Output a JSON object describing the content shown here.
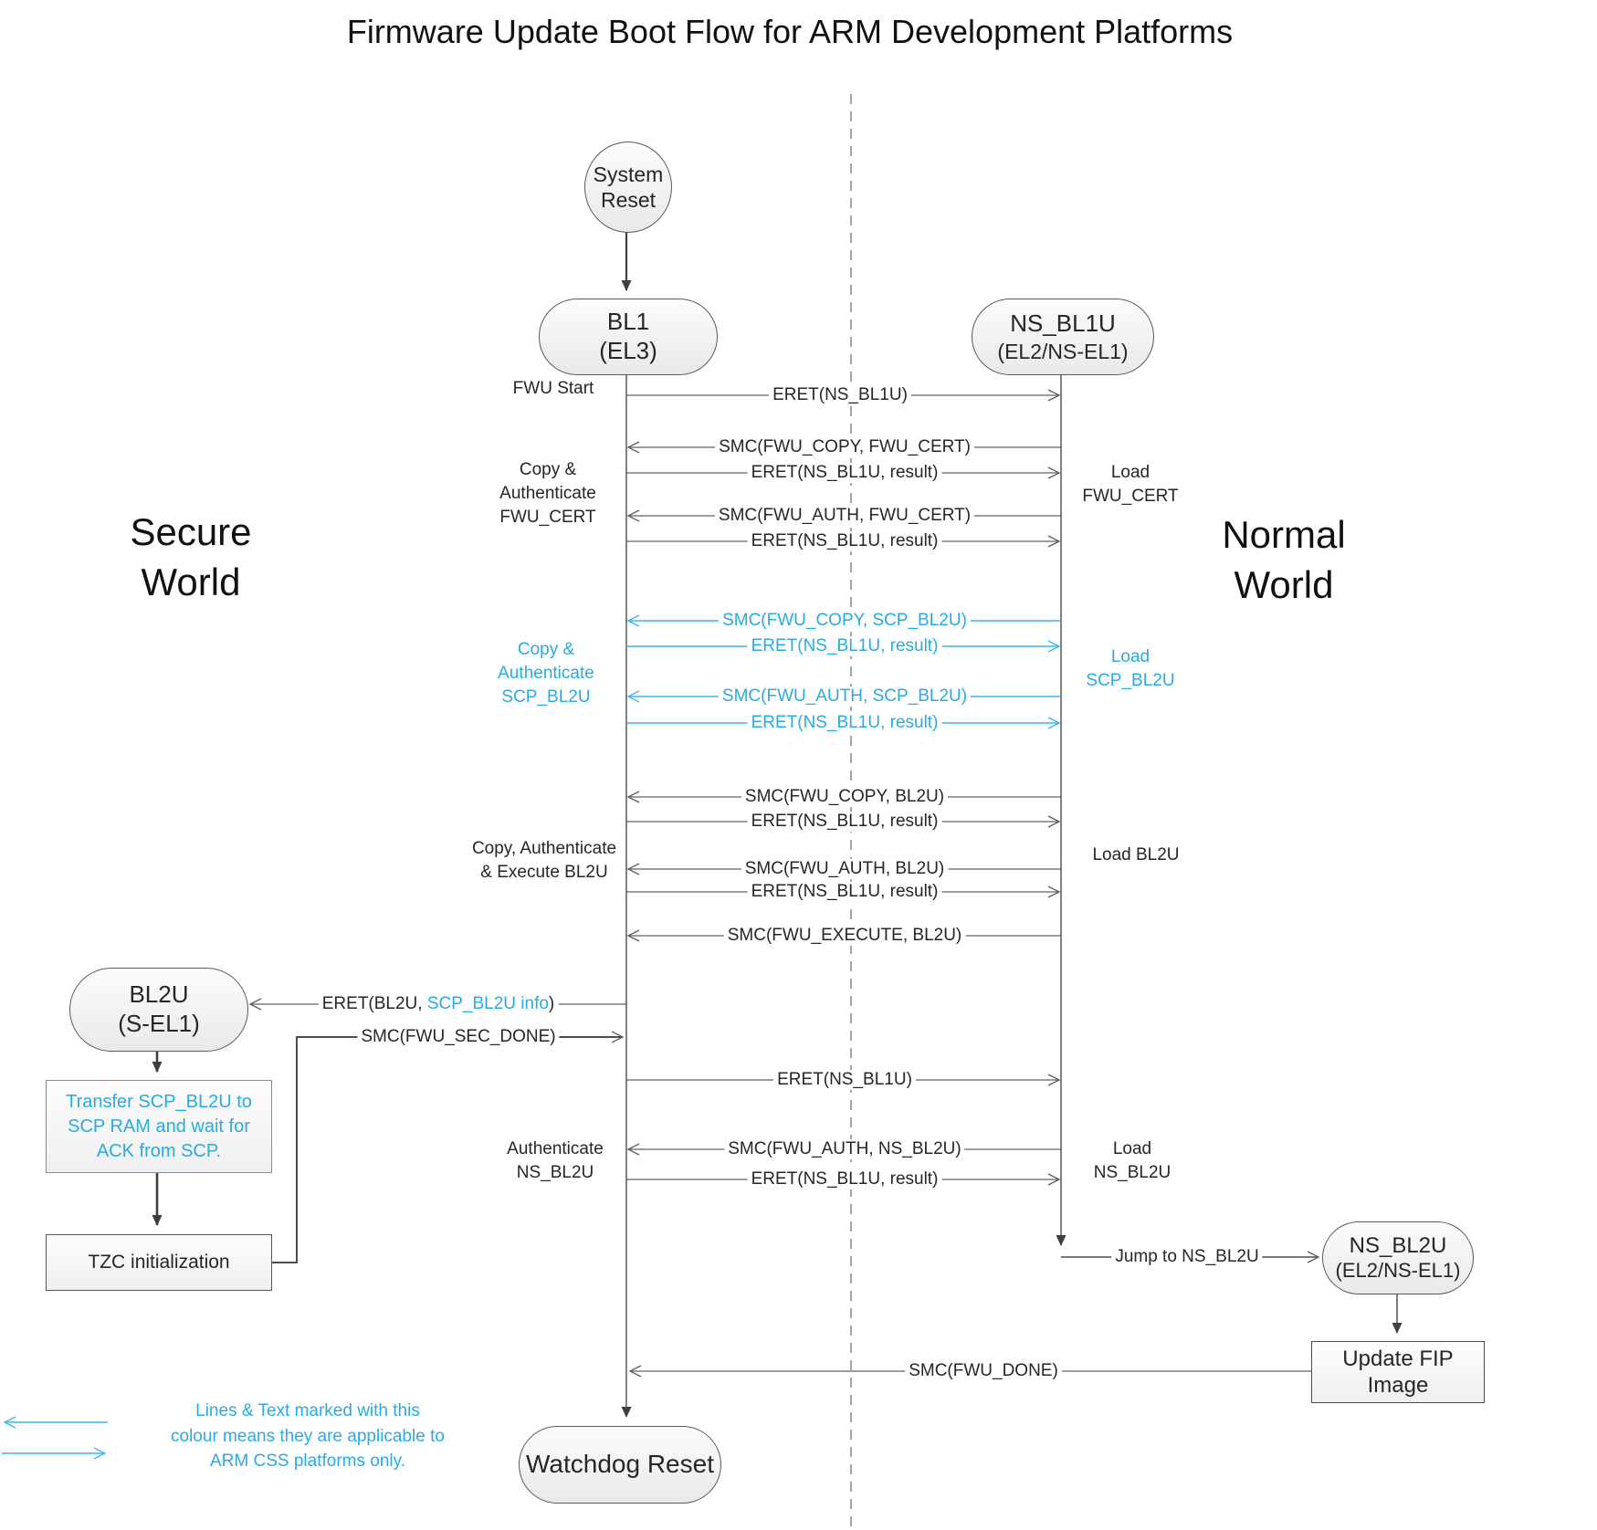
{
  "title": "Firmware Update Boot Flow for ARM Development Platforms",
  "colors": {
    "accent_blue": "#29abe2",
    "line_gray": "#606060",
    "text": "#262626"
  },
  "worlds": {
    "secure": "Secure World",
    "normal": "Normal World"
  },
  "nodes": {
    "system_reset": {
      "line1": "System",
      "line2": "Reset"
    },
    "bl1": {
      "line1": "BL1",
      "line2": "(EL3)"
    },
    "ns_bl1u": {
      "line1": "NS_BL1U",
      "line2": "(EL2/NS-EL1)"
    },
    "bl2u": {
      "line1": "BL2U",
      "line2": "(S-EL1)"
    },
    "ns_bl2u": {
      "line1": "NS_BL2U",
      "line2": "(EL2/NS-EL1)"
    },
    "transfer_scp": {
      "text": "Transfer SCP_BL2U to SCP RAM and wait for ACK from SCP."
    },
    "tzc": {
      "text": "TZC initialization"
    },
    "update_fip": {
      "text": "Update FIP Image"
    },
    "watchdog": {
      "text": "Watchdog Reset"
    }
  },
  "side_labels": {
    "fwu_start": "FWU Start",
    "copy_auth_fwu_cert": "Copy & Authenticate FWU_CERT",
    "copy_auth_scp_bl2u": "Copy & Authenticate SCP_BL2U",
    "copy_auth_exec_bl2u": "Copy, Authenticate & Execute BL2U",
    "auth_ns_bl2u": "Authenticate NS_BL2U",
    "load_fwu_cert": "Load FWU_CERT",
    "load_scp_bl2u": "Load SCP_BL2U",
    "load_bl2u": "Load BL2U",
    "load_ns_bl2u": "Load NS_BL2U"
  },
  "messages": {
    "m0": {
      "label": "ERET(NS_BL1U)"
    },
    "m1": {
      "label": "SMC(FWU_COPY, FWU_CERT)"
    },
    "m2": {
      "label": "ERET(NS_BL1U, result)"
    },
    "m3": {
      "label": "SMC(FWU_AUTH, FWU_CERT)"
    },
    "m4": {
      "label": "ERET(NS_BL1U, result)"
    },
    "m5": {
      "label": "SMC(FWU_COPY, SCP_BL2U)"
    },
    "m6": {
      "label": "ERET(NS_BL1U, result)"
    },
    "m7": {
      "label": "SMC(FWU_AUTH, SCP_BL2U)"
    },
    "m8": {
      "label": "ERET(NS_BL1U, result)"
    },
    "m9": {
      "label": "SMC(FWU_COPY, BL2U)"
    },
    "m10": {
      "label": "ERET(NS_BL1U, result)"
    },
    "m11": {
      "label": "SMC(FWU_AUTH, BL2U)"
    },
    "m12": {
      "label": "ERET(NS_BL1U, result)"
    },
    "m13": {
      "label": "SMC(FWU_EXECUTE, BL2U)"
    },
    "m14": {
      "pre": "ERET(BL2U, ",
      "blue": "SCP_BL2U info",
      "post": ")"
    },
    "m15": {
      "label": "SMC(FWU_SEC_DONE)"
    },
    "m16": {
      "label": "ERET(NS_BL1U)"
    },
    "m17": {
      "label": "SMC(FWU_AUTH, NS_BL2U)"
    },
    "m18": {
      "label": "ERET(NS_BL1U, result)"
    },
    "m19": {
      "label": "Jump to NS_BL2U"
    },
    "m20": {
      "label": "SMC(FWU_DONE)"
    }
  },
  "legend": {
    "note": "Lines & Text marked with this colour means they are applicable to ARM CSS platforms only."
  }
}
